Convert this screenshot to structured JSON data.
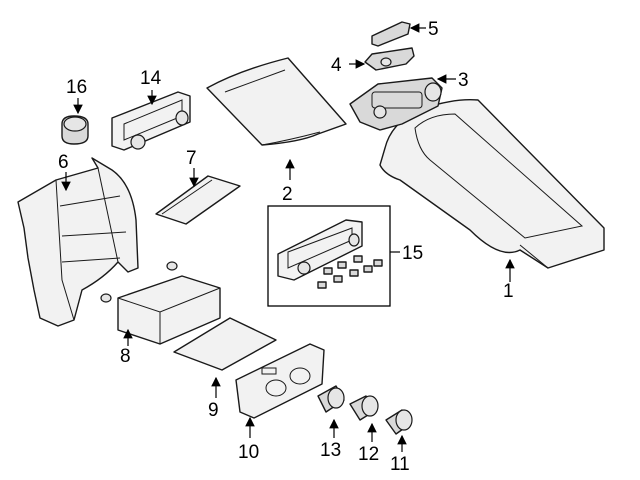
{
  "callouts": {
    "p1": "1",
    "p2": "2",
    "p3": "3",
    "p4": "4",
    "p5": "5",
    "p6": "6",
    "p7": "7",
    "p8": "8",
    "p9": "9",
    "p10": "10",
    "p11": "11",
    "p12": "12",
    "p13": "13",
    "p14": "14",
    "p15": "15",
    "p16": "16"
  },
  "colors": {
    "line": "#1a1a1a",
    "fill": "#f2f2f2",
    "background": "#ffffff"
  }
}
